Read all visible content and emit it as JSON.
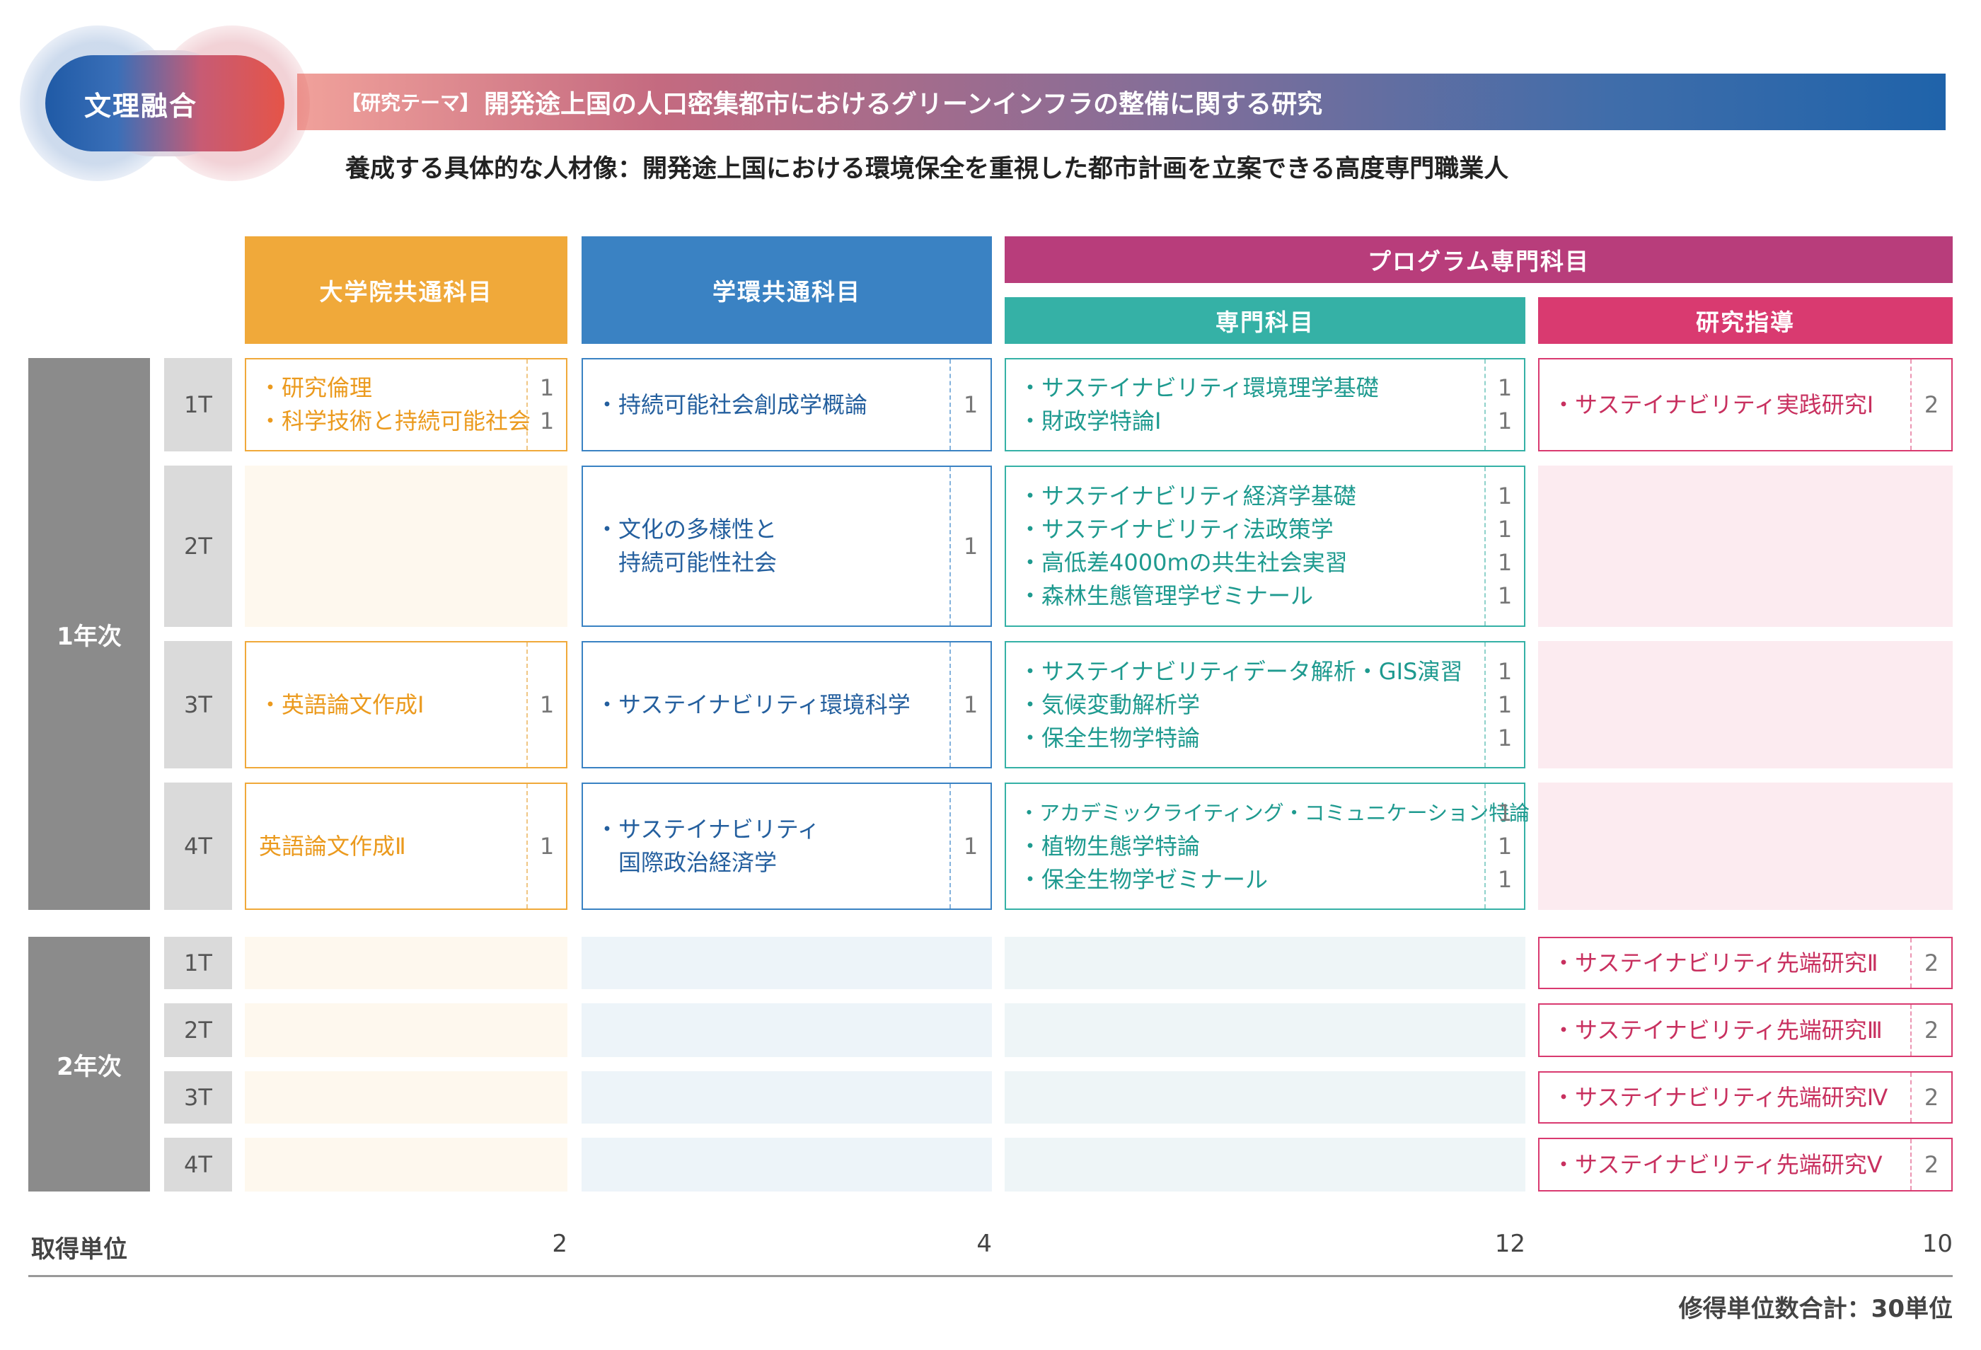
{
  "header": {
    "badge": "文理融合",
    "theme_prefix": "【研究テーマ】",
    "theme_title": "開発途上国の人口密集都市におけるグリーンインフラの整備に関する研究",
    "persona": "養成する具体的な人材像：開発途上国における環境保全を重視した都市計画を立案できる高度専門職業人"
  },
  "columns": {
    "graduate_common": "大学院共通科目",
    "env_common": "学環共通科目",
    "program": "プログラム専門科目",
    "specialized": "専門科目",
    "research": "研究指導"
  },
  "years": {
    "y1": "1年次",
    "y2": "2年次"
  },
  "terms": [
    "1T",
    "2T",
    "3T",
    "4T"
  ],
  "year1": {
    "grad": {
      "t1": {
        "items": [
          "・研究倫理",
          "・科学技術と持続可能社会"
        ],
        "credits": [
          "1",
          "1"
        ]
      },
      "t3": {
        "items": [
          "・英語論文作成Ⅰ"
        ],
        "credits": [
          "1"
        ]
      },
      "t4": {
        "items": [
          "英語論文作成Ⅱ"
        ],
        "credits": [
          "1"
        ]
      }
    },
    "env": {
      "t1": {
        "items": [
          "・持続可能社会創成学概論"
        ],
        "credits": [
          "1"
        ]
      },
      "t2": {
        "items": [
          "・文化の多様性と",
          "　持続可能性社会"
        ],
        "credits": [
          "1"
        ]
      },
      "t3": {
        "items": [
          "・サステイナビリティ環境科学"
        ],
        "credits": [
          "1"
        ]
      },
      "t4": {
        "items": [
          "・サステイナビリティ",
          "　国際政治経済学"
        ],
        "credits": [
          "1"
        ]
      }
    },
    "spec": {
      "t1": {
        "items": [
          "・サステイナビリティ環境理学基礎",
          "・財政学特論Ⅰ"
        ],
        "credits": [
          "1",
          "1"
        ]
      },
      "t2": {
        "items": [
          "・サステイナビリティ経済学基礎",
          "・サステイナビリティ法政策学",
          "・高低差4000mの共生社会実習",
          "・森林生態管理学ゼミナール"
        ],
        "credits": [
          "1",
          "1",
          "1",
          "1"
        ]
      },
      "t3": {
        "items": [
          "・サステイナビリティデータ解析・GIS演習",
          "・気候変動解析学",
          "・保全生物学特論"
        ],
        "credits": [
          "1",
          "1",
          "1"
        ]
      },
      "t4": {
        "items": [
          "・アカデミックライティング・コミュニケーション特論",
          "・植物生態学特論",
          "・保全生物学ゼミナール"
        ],
        "credits": [
          "1",
          "1",
          "1"
        ]
      }
    },
    "res": {
      "t1": {
        "items": [
          "・サステイナビリティ実践研究Ⅰ"
        ],
        "credits": [
          "2"
        ]
      }
    }
  },
  "year2": {
    "res": {
      "t1": {
        "items": [
          "・サステイナビリティ先端研究Ⅱ"
        ],
        "credits": [
          "2"
        ]
      },
      "t2": {
        "items": [
          "・サステイナビリティ先端研究Ⅲ"
        ],
        "credits": [
          "2"
        ]
      },
      "t3": {
        "items": [
          "・サステイナビリティ先端研究Ⅳ"
        ],
        "credits": [
          "2"
        ]
      },
      "t4": {
        "items": [
          "・サステイナビリティ先端研究Ⅴ"
        ],
        "credits": [
          "2"
        ]
      }
    }
  },
  "totals": {
    "label": "取得単位",
    "grad": "2",
    "env": "4",
    "spec": "12",
    "res": "10",
    "grand": "修得単位数合計：30単位"
  }
}
